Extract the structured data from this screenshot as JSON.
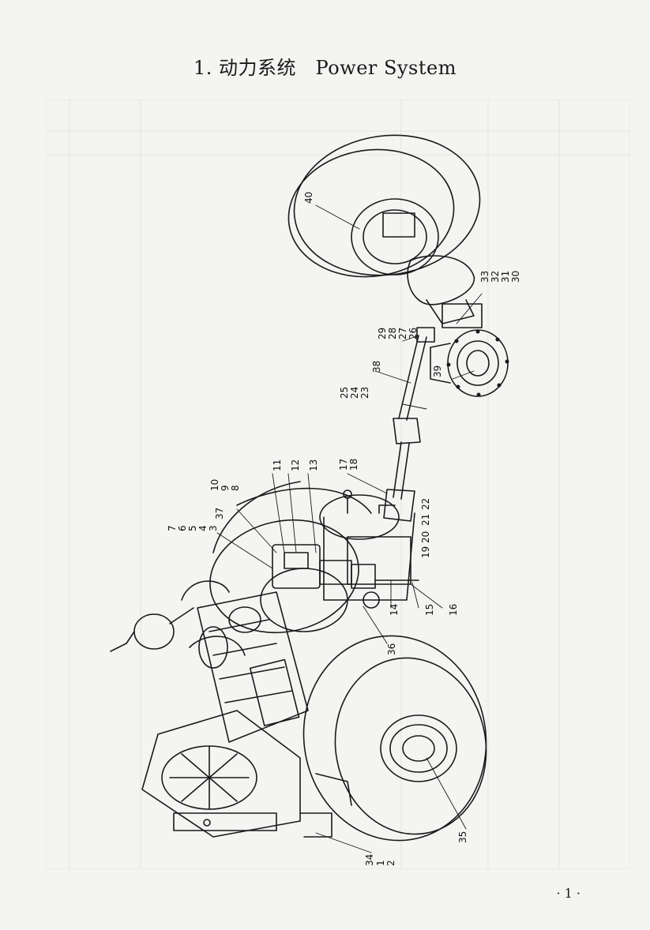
{
  "page": {
    "title": "1. 动力系统　Power System",
    "page_number": "· 1 ·"
  },
  "figure": {
    "callouts": [
      "1",
      "2",
      "3",
      "4",
      "5",
      "6",
      "7",
      "8",
      "9",
      "10",
      "11",
      "12",
      "13",
      "14",
      "15",
      "16",
      "17",
      "18",
      "19",
      "20",
      "21",
      "22",
      "23",
      "24",
      "25",
      "26",
      "27",
      "28",
      "29",
      "30",
      "31",
      "32",
      "33",
      "34",
      "35",
      "36",
      "37",
      "38",
      "39",
      "40"
    ]
  },
  "colors": {
    "paper": "#f4f4f2",
    "ink": "#1a1a1a",
    "ghost_table": "#999999"
  }
}
